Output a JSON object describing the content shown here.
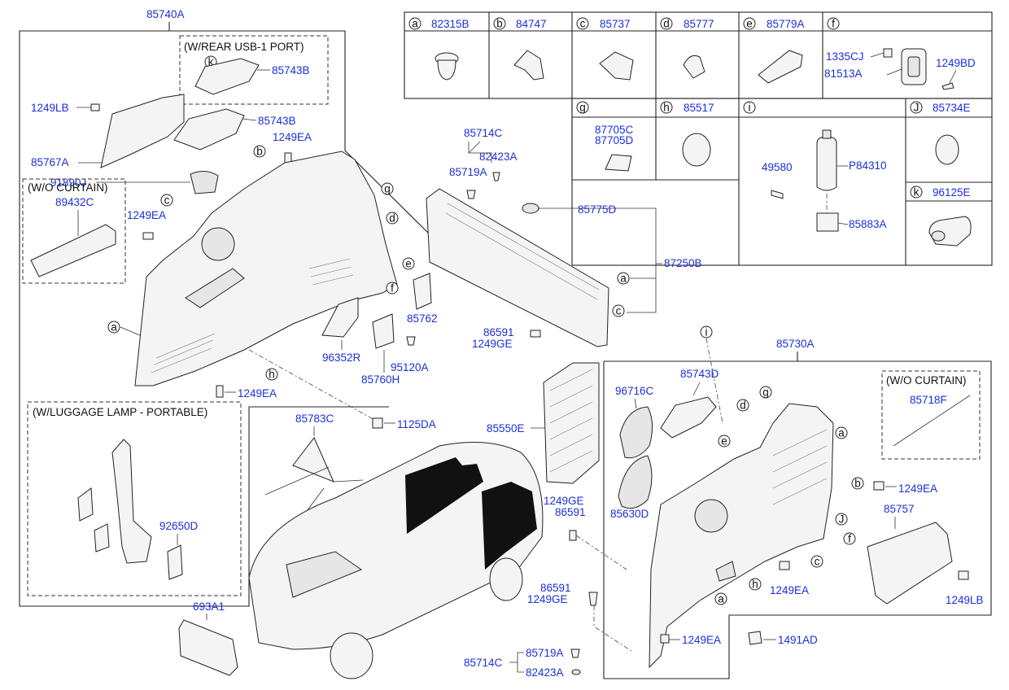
{
  "callout_letters": [
    "a",
    "b",
    "c",
    "d",
    "e",
    "f",
    "g",
    "h",
    "i",
    "J",
    "k"
  ],
  "table": {
    "row1": [
      {
        "letter": "a",
        "part": "82315B"
      },
      {
        "letter": "b",
        "part": "84747"
      },
      {
        "letter": "c",
        "part": "85737"
      },
      {
        "letter": "d",
        "part": "85777"
      },
      {
        "letter": "e",
        "part": "85779A"
      },
      {
        "letter": "f",
        "part": ""
      }
    ],
    "f_parts": [
      "1335CJ",
      "81513A",
      "1249BD"
    ],
    "row2": [
      {
        "letter": "g",
        "part": ""
      },
      {
        "letter": "h",
        "part": "85517"
      },
      {
        "letter": "i",
        "part": ""
      },
      {
        "letter": "J",
        "part": "85734E"
      }
    ],
    "g_parts": [
      "87705C",
      "87705D"
    ],
    "i_parts": [
      "49580",
      "P84310",
      "85883A"
    ],
    "k": {
      "letter": "k",
      "part": "96125E"
    }
  },
  "left_group": {
    "title": "85740A",
    "usb_box_label": "(W/REAR USB-1 PORT)",
    "wo_curtain_label": "(W/O CURTAIN)",
    "parts": {
      "p85743B_a": "85743B",
      "p85743B_b": "85743B",
      "p1249LB": "1249LB",
      "p85767A": "85767A",
      "p1249EA_a": "1249EA",
      "p91890J": "91890J",
      "p89432C": "89432C",
      "p1249EA_b": "1249EA",
      "p85762": "85762",
      "p96352R": "96352R",
      "p85760H": "85760H",
      "p95120A": "95120A",
      "p1249EA_c": "1249EA"
    }
  },
  "lamp_box_label": "(W/LUGGAGE LAMP - PORTABLE)",
  "lamp_parts": {
    "p92650D": "92650D"
  },
  "center": {
    "p85714C_top": "85714C",
    "p82423A_top": "82423A",
    "p85719A_top": "85719A",
    "p85775D": "85775D",
    "p87250B": "87250B",
    "p86591_a": "86591",
    "p1249GE_a": "1249GE",
    "p1125DA": "1125DA",
    "p85783C": "85783C",
    "p85550E": "85550E",
    "p1249GE_b": "1249GE",
    "p86591_b": "86591",
    "p86591_c": "86591",
    "p1249GE_c": "1249GE",
    "p85714C_bot": "85714C",
    "p85719A_bot": "85719A",
    "p82423A_bot": "82423A",
    "p693A1": "693A1"
  },
  "right_group": {
    "title": "85730A",
    "wo_curtain_label": "(W/O CURTAIN)",
    "parts": {
      "p85743D": "85743D",
      "p96716C": "96716C",
      "p85630D": "85630D",
      "p85718F": "85718F",
      "p1249EA_a": "1249EA",
      "p85757": "85757",
      "p1249LB": "1249LB",
      "p1249EA_b": "1249EA",
      "p1249EA_c": "1249EA",
      "p1491AD": "1491AD"
    }
  }
}
